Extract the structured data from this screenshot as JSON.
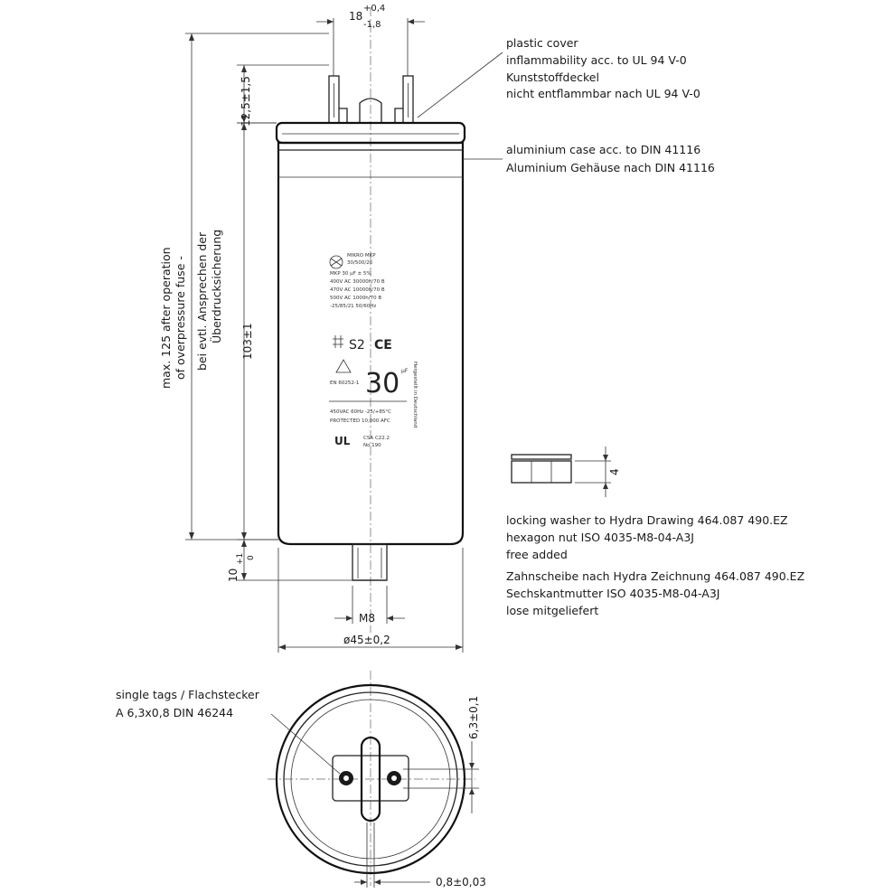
{
  "side_view": {
    "dimensions": {
      "terminal_spacing": "18",
      "terminal_spacing_tol_upper": "+0,4",
      "terminal_spacing_tol_lower": "-1,8",
      "tag_height": "12,5±1,5",
      "body_height": "103±1",
      "stud_length": "10",
      "stud_length_tol_upper": "+1",
      "stud_length_tol_lower": "0",
      "thread": "M8",
      "diameter": "ø45±0,2"
    },
    "overall_length_note": [
      "max. 125 after operation",
      "of overpressure fuse -",
      "bei evtl. Ansprechen der",
      "Überdrucksicherung"
    ],
    "annotations": {
      "cover": [
        "plastic cover",
        "inflammability acc. to UL 94 V-0",
        "Kunststoffdeckel",
        "nicht entflammbar nach UL 94 V-0"
      ],
      "case": [
        "aluminium case acc. to  DIN 41116",
        "Aluminium Gehäuse nach DIN 41116"
      ],
      "washer": [
        "locking washer to Hydra Drawing 464.087 490.EZ",
        "hexagon nut ISO 4035-M8-04-A3J",
        "free added"
      ],
      "washer_de": [
        "Zahnscheibe nach Hydra Zeichnung 464.087 490.EZ",
        "Sechskantmutter ISO 4035-M8-04-A3J",
        "lose mitgeliefert"
      ],
      "nut_thickness": "4"
    }
  },
  "label": {
    "brand": "MKP",
    "lines": [
      "MIKRO MKP",
      "30/500/26",
      "MKP 30 µF ± 5%",
      "400V AC 30000h/70 B",
      "470V AC 10000h/70 B",
      "500V AC 1000h/70 B",
      "-25/85/21 50/60Hz"
    ],
    "class": "S2",
    "ce": "CE",
    "value": "30",
    "value_unit": "µF",
    "side_text": "Hergestellt in Deutschland",
    "standard": "EN 60252-1",
    "extra": [
      "450VAC 60Hz -25/+85°C",
      "PROTECTED 10,000 AFC"
    ],
    "ul": "UL",
    "ul_lines": [
      "CSA C22.2",
      "No.190"
    ]
  },
  "top_view": {
    "annotation": [
      "single tags / Flachstecker",
      "A 6,3x0,8 DIN 46244"
    ],
    "dim_width": "6,3±0,1",
    "dim_thickness": "0,8±0,03"
  }
}
